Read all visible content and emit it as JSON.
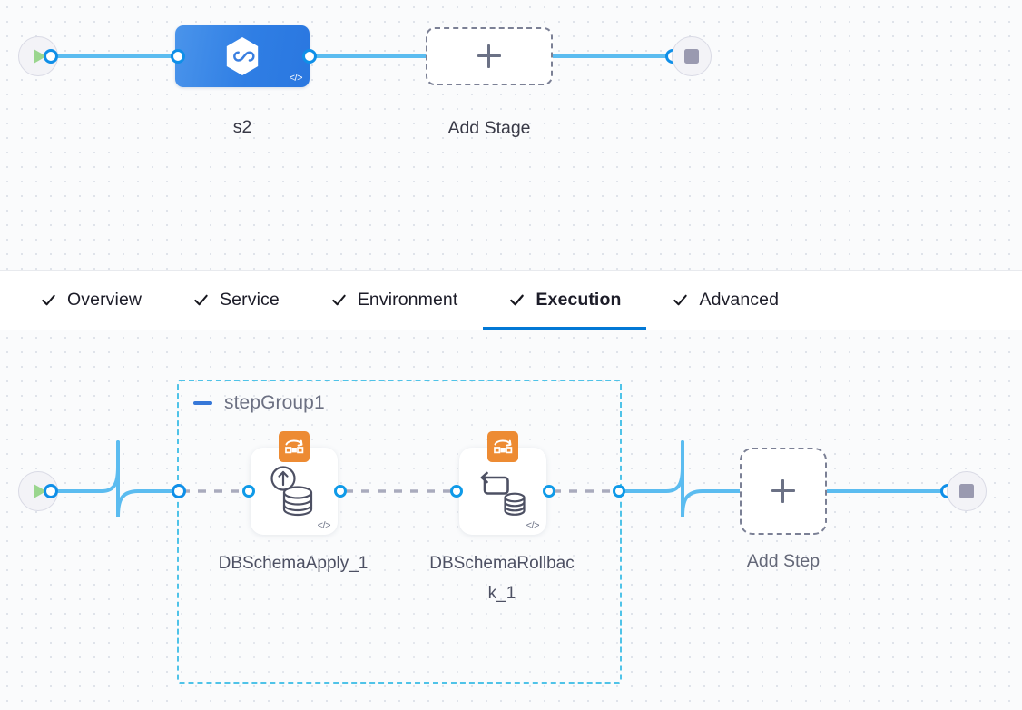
{
  "theme": {
    "accent": "#0278d5",
    "edge_blue": "#5bbcf0",
    "edge_dashed": "#a9abbd",
    "group_border": "#4fc3e8",
    "badge_orange": "#ed8b33",
    "stage_blue": "#2f7ee4",
    "play_green": "#9ad68e",
    "stop_gray": "#9a9ab0",
    "canvas_bg": "#fafbfc",
    "dot_color": "#dfe3ea"
  },
  "stage_canvas": {
    "name": "pipeline-stage-canvas",
    "start_node": {
      "icon": "play-icon",
      "label": ""
    },
    "end_node": {
      "icon": "stop-icon",
      "label": ""
    },
    "stage": {
      "icon": "hexagon-infinity-icon",
      "code_glyph": "</>",
      "label": "s2"
    },
    "add_stage": {
      "icon": "plus-icon",
      "label": "Add Stage"
    }
  },
  "tabs": {
    "items": [
      {
        "label": "Overview",
        "icon": "check-icon",
        "active": false
      },
      {
        "label": "Service",
        "icon": "check-icon",
        "active": false
      },
      {
        "label": "Environment",
        "icon": "check-icon",
        "active": false
      },
      {
        "label": "Execution",
        "icon": "check-icon",
        "active": true
      },
      {
        "label": "Advanced",
        "icon": "check-icon",
        "active": false
      }
    ]
  },
  "step_canvas": {
    "name": "pipeline-step-canvas",
    "start_node": {
      "icon": "play-icon"
    },
    "end_node": {
      "icon": "stop-icon"
    },
    "step_group": {
      "title": "stepGroup1",
      "collapse_icon": "minus-icon",
      "steps": [
        {
          "label": "DBSchemaApply_1",
          "badge_icon": "deployment-rollout-icon",
          "main_icon": "database-apply-up-arrow-icon",
          "code_glyph": "</>"
        },
        {
          "label": "DBSchemaRollback_1",
          "badge_icon": "deployment-rollout-icon",
          "main_icon": "database-rollback-loop-icon",
          "code_glyph": "</>"
        }
      ]
    },
    "add_step": {
      "icon": "plus-icon",
      "label": "Add Step"
    }
  }
}
